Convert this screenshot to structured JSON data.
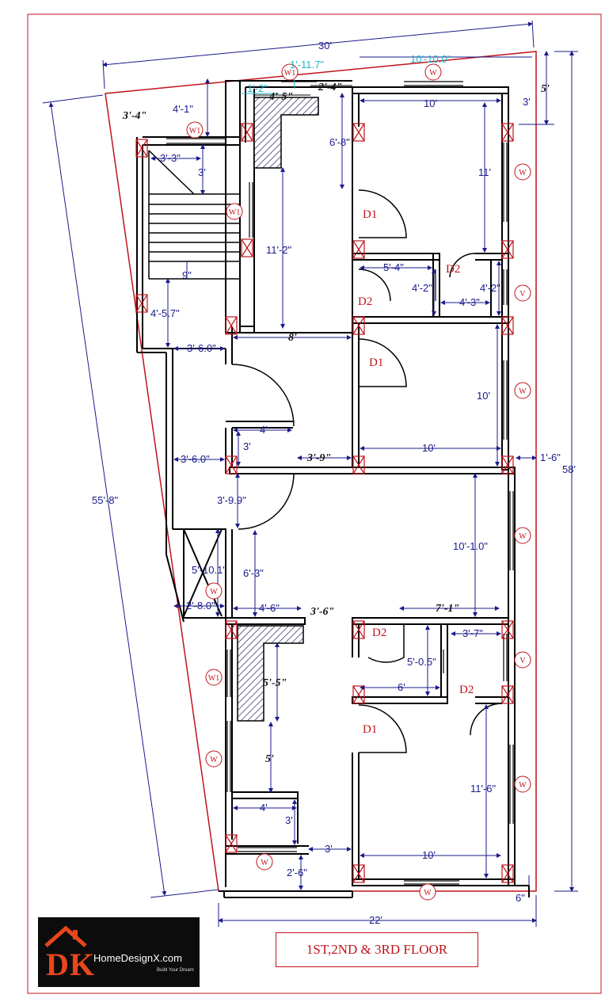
{
  "colors": {
    "wall": "#000000",
    "dimension": "#1a1a8c",
    "cyan": "#22b5c8",
    "room_label": "#c0141b",
    "border": "#c0141b",
    "hatch": "#333366"
  },
  "title": "1ST,2ND & 3RD FLOOR",
  "logo": {
    "letters": "DK",
    "brand": "HomeDesignX.com",
    "tagline": "Build Your Dream"
  },
  "rooms": {
    "d1_top": "D1",
    "d2_top_left": "D2",
    "d2_top_right": "D2",
    "d1_mid": "D1",
    "d2_bot_left": "D2",
    "d2_bot_right": "D2",
    "d1_bot": "D1"
  },
  "window_tags": {
    "w1_top": "W1",
    "w1_stair": "W1",
    "w1_left_lower": "W1",
    "w_top_right": "W",
    "w_right_1": "W",
    "w_right_2": "W",
    "w_right_3": "W",
    "w_right_4": "W",
    "w_bottom_left": "W",
    "w_bottom": "W",
    "w_left_lower": "W",
    "w_lift": "W",
    "v_top": "V",
    "v_bottom": "V"
  },
  "dimensions": {
    "width_top": "30'",
    "right_top": "10'-10.0\"",
    "cyan_top": "1'-11.7\"",
    "cyan_small": "1'-2\"",
    "d_4_5": "4'-5\"",
    "d_2_4": "2'-4\"",
    "d_5": "5'",
    "d_3_4": "3'-4\"",
    "d_4_1": "4'-1\"",
    "d_10_top": "10'",
    "d_3": "3'",
    "d_6_8": "6'-8\"",
    "d_11": "11'",
    "d_3_3": "3'-3\"",
    "d_3_stair": "3'",
    "d_11_2": "11'-2\"",
    "d_5_4": "5'-4\"",
    "d_4_2a": "4'-2\"",
    "d_4_2b": "4'-2\"",
    "d_4_3": "4'-3\"",
    "d_9": "9\"",
    "d_4_5_7": "4'-5.7\"",
    "d_8": "8'",
    "d_3_6a": "3'-6.0\"",
    "d_10_mid": "10'",
    "d_4_mid": "4'",
    "d_3_mid": "3'",
    "d_3_6b": "3'-6.0\"",
    "d_3_9": "3'-9\"",
    "d_10_mid2": "10'",
    "d_1_6": "1'-6\"",
    "d_58": "58'",
    "d_55_8": "55'-8\"",
    "d_3_9_9": "3'-9.9\"",
    "d_10_1": "10'-1.0\"",
    "d_5_10_1": "5'-10.1\"",
    "d_6_3": "6'-3\"",
    "d_2_8": "2'-8.0\"",
    "d_4_6": "4'-6\"",
    "d_3_6": "3'-6\"",
    "d_7_1": "7'-1\"",
    "d_3_7": "3'-7\"",
    "d_5_0_5": "5'-0.5\"",
    "d_6": "6'",
    "d_5_5": "5'-5\"",
    "d_5_bot": "5'",
    "d_11_6": "11'-6\"",
    "d_4_bot": "4'",
    "d_3_bot": "3'",
    "d_3_bot2": "3'",
    "d_10_bot": "10'",
    "d_2_6": "2'-6\"",
    "d_6in": "6\"",
    "d_22": "22'"
  }
}
